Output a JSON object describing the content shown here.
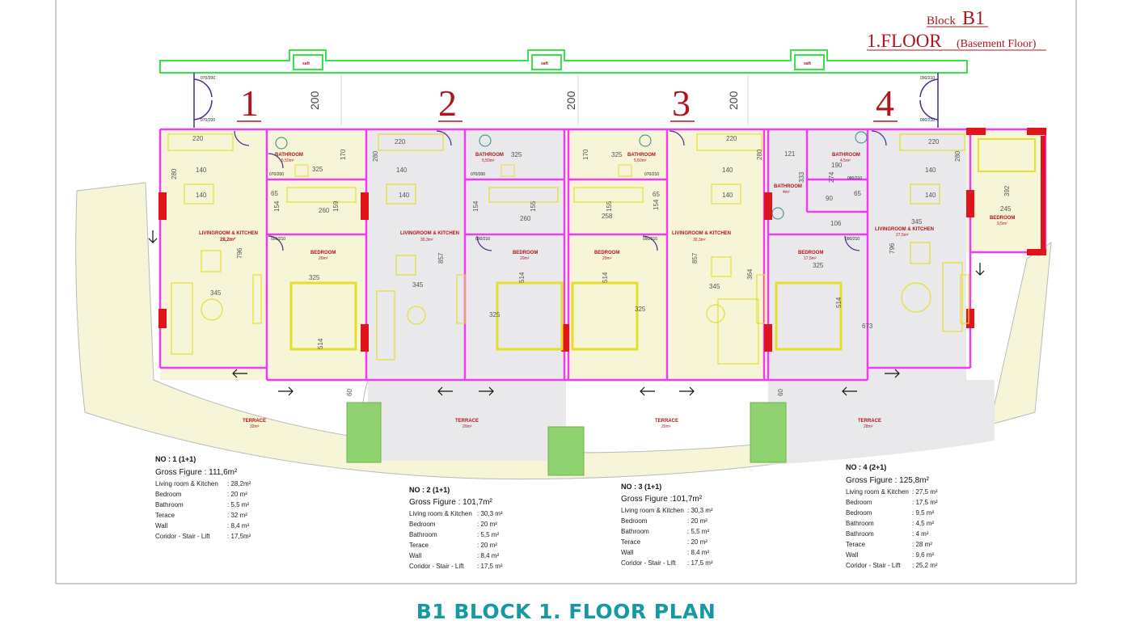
{
  "header": {
    "block_prefix": "Block",
    "block_code": "B1",
    "floor_label": "1.FLOOR",
    "floor_note": "(Basement Floor)"
  },
  "shaft_label": "saft",
  "apartment_numbers": [
    "1",
    "2",
    "3",
    "4"
  ],
  "corridor_dims": [
    "200",
    "200",
    "200"
  ],
  "rooms": {
    "bathroom": "BATHROOM",
    "bedroom": "BEDROOM",
    "living": "LIVINGROOM & KITCHEN",
    "terrace": "TERRACE"
  },
  "room_areas": {
    "a1_bath": "5,50m²",
    "a1_living": "28,2m²",
    "a1_bed": "20m²",
    "a1_terrace": "32m²",
    "a2_bath": "5,50m²",
    "a2_living": "30,3m²",
    "a2_bed": "20m²",
    "a2_terrace": "20m²",
    "a3_bath": "5,50m²",
    "a3_living": "30,3m²",
    "a3_bed": "20m²",
    "a3_terrace": "20m²",
    "a4_bath1": "4,5m²",
    "a4_bath2": "4m²",
    "a4_living": "27,5m²",
    "a4_bed1": "17,5m²",
    "a4_bed2": "9,5m²",
    "a4_terrace": "28m²"
  },
  "door_labels": [
    "070/200",
    "070/210",
    "080/210",
    "090/210"
  ],
  "dims": {
    "d220": "220",
    "d280": "280",
    "d140": "140",
    "d170": "170",
    "d325": "325",
    "d65": "65",
    "d154": "154",
    "d260": "260",
    "d159": "159",
    "d796": "796",
    "d345": "345",
    "d514": "514",
    "d857": "857",
    "d155": "155",
    "d258": "258",
    "d364": "364",
    "d60": "60",
    "d121": "121",
    "d333": "333",
    "d274": "274",
    "d190": "190",
    "d90": "90",
    "d106": "106",
    "d392": "392",
    "d245": "245",
    "d673": "673"
  },
  "specs": [
    {
      "title": "NO : 1  (1+1)",
      "gross": "Gross Figure  : 111,6m²",
      "rows": [
        {
          "label": "Living room & Kitchen",
          "value": ": 28,2m²"
        },
        {
          "label": "Bedroom",
          "value": ": 20 m²"
        },
        {
          "label": "Bathroom",
          "value": ": 5,5 m²"
        },
        {
          "label": "Terace",
          "value": ": 32 m²"
        },
        {
          "label": "Wall",
          "value": ": 8,4 m²"
        },
        {
          "label": "Coridor - Stair - Lift",
          "value": ": 17,5m²"
        }
      ]
    },
    {
      "title": "NO : 2  (1+1)",
      "gross": "Gross Figure  : 101,7m²",
      "rows": [
        {
          "label": "Living room & Kitchen",
          "value": ": 30,3  m²"
        },
        {
          "label": "Bedroom",
          "value": ": 20  m²"
        },
        {
          "label": "Bathroom",
          "value": ": 5,5   m²"
        },
        {
          "label": "Terace",
          "value": ": 20  m²"
        },
        {
          "label": "Wall",
          "value": ": 8,4 m²"
        },
        {
          "label": "Coridor - Stair - Lift",
          "value": ": 17,5 m²"
        }
      ]
    },
    {
      "title": "NO : 3  (1+1)",
      "gross": "Gross Figure  :101,7m²",
      "rows": [
        {
          "label": "Living room & Kitchen",
          "value": ": 30,3  m²"
        },
        {
          "label": "Bedroom",
          "value": ": 20  m²"
        },
        {
          "label": "Bathroom",
          "value": ": 5,5   m²"
        },
        {
          "label": "Terace",
          "value": ": 20  m²"
        },
        {
          "label": "Wall",
          "value": ": 8,4 m²"
        },
        {
          "label": "Coridor - Stair - Lift",
          "value": ": 17,5 m²"
        }
      ]
    },
    {
      "title": "NO : 4  (2+1)",
      "gross": "Gross Figure  : 125,8m²",
      "rows": [
        {
          "label": "Living room & Kitchen",
          "value": ": 27,5  m²"
        },
        {
          "label": "Bedroom",
          "value": ": 17,5  m²"
        },
        {
          "label": "Bedroom",
          "value": ": 9,5 m²"
        },
        {
          "label": "Bathroom",
          "value": ": 4,5  m²"
        },
        {
          "label": "Bathroom",
          "value": ": 4 m²"
        },
        {
          "label": "Terace",
          "value": ": 28  m²"
        },
        {
          "label": "Wall",
          "value": ": 9,6 m²"
        },
        {
          "label": "Coridor - Stair - Lift",
          "value": ": 25,2 m²"
        }
      ]
    }
  ],
  "footer_title": "B1 BLOCK 1. FLOOR PLAN",
  "colors": {
    "wall": "#ee3df0",
    "window": "#e0141b",
    "corridor": "#39e24a",
    "garden": "#8fd26f",
    "apt_yellow": "#f7f5d8",
    "apt_grey": "#e9e9ec",
    "furniture": "#e5de2b",
    "title_teal": "#159aa3",
    "title_red": "#b0151b"
  }
}
